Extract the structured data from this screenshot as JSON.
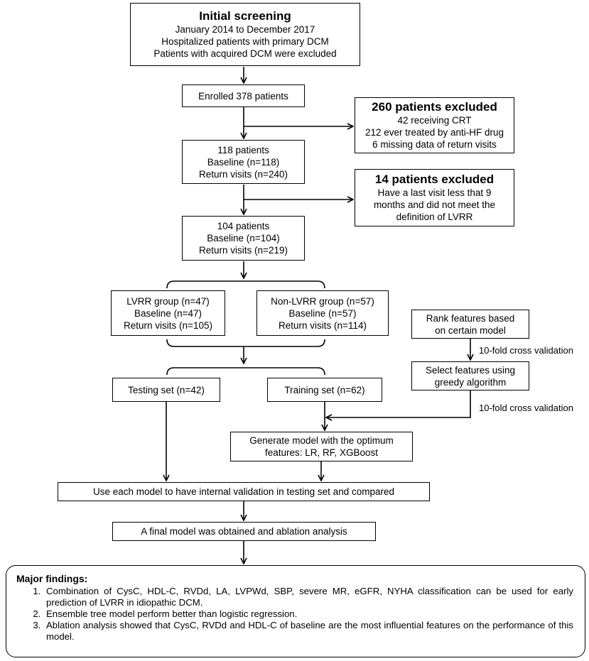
{
  "initial": {
    "title": "Initial screening",
    "lines": [
      "January 2014 to December 2017",
      "Hospitalized patients with primary DCM",
      "Patients with acquired DCM were excluded"
    ]
  },
  "enrolled": {
    "lines": [
      "Enrolled 378 patients"
    ]
  },
  "excluded1": {
    "title": "260 patients excluded",
    "lines": [
      "42 receiving CRT",
      "212 ever treated by anti-HF drug",
      "6 missing data of return visits"
    ]
  },
  "patients118": {
    "lines": [
      "118 patients",
      "Baseline (n=118)",
      "Return visits (n=240)"
    ]
  },
  "excluded2": {
    "title": "14 patients excluded",
    "lines": [
      "Have a last visit less that 9",
      "months and did not meet the",
      "definition of LVRR"
    ]
  },
  "patients104": {
    "lines": [
      "104 patients",
      "Baseline (n=104)",
      "Return visits (n=219)"
    ]
  },
  "lvrr": {
    "lines": [
      "LVRR group (n=47)",
      "Baseline (n=47)",
      "Return visits (n=105)"
    ]
  },
  "nonlvrr": {
    "lines": [
      "Non-LVRR group (n=57)",
      "Baseline (n=57)",
      "Return visits (n=114)"
    ]
  },
  "rank": {
    "lines": [
      "Rank features based",
      "on certain model"
    ]
  },
  "select": {
    "lines": [
      "Select features using",
      "greedy algorithm"
    ]
  },
  "cv1": "10-fold cross validation",
  "cv2": "10-fold cross validation",
  "testing": {
    "lines": [
      "Testing set (n=42)"
    ]
  },
  "training": {
    "lines": [
      "Training set (n=62)"
    ]
  },
  "generate": {
    "lines": [
      "Generate model with the optimum",
      "features: LR, RF, XGBoost"
    ]
  },
  "validation": {
    "lines": [
      "Use each model to have internal validation in testing set and compared"
    ]
  },
  "final": {
    "lines": [
      "A final model was obtained and ablation analysis"
    ]
  },
  "findings": {
    "title": "Major findings:",
    "items": [
      "Combination of CysC, HDL-C, RVDd, LA, LVPWd, SBP, severe MR, eGFR, NYHA classification can be used for early prediction of LVRR in idiopathic DCM.",
      "Ensemble tree model perform better than logistic regression.",
      "Ablation analysis showed that CysC, RVDd and HDL-C of baseline are the most influential features on the performance of this model."
    ]
  }
}
